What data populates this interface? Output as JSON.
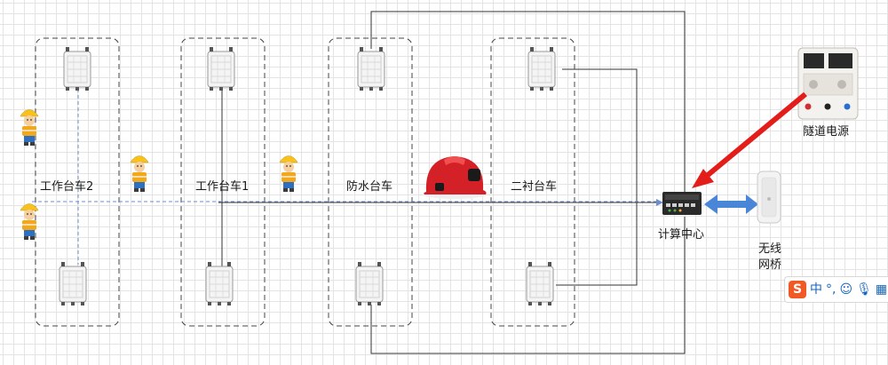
{
  "carts": [
    {
      "id": "work-cart-2",
      "label": "工作台车2"
    },
    {
      "id": "work-cart-1",
      "label": "工作台车1"
    },
    {
      "id": "waterproof-cart",
      "label": "防水台车"
    },
    {
      "id": "lining-cart",
      "label": "二衬台车"
    }
  ],
  "nodes": {
    "compute_center": "计算中心",
    "tunnel_power": "隧道电源",
    "wireless_bridge_line1": "无线",
    "wireless_bridge_line2": "网桥"
  },
  "ime_toolbar": {
    "logo": "S",
    "mode": "中",
    "punct": "°,",
    "emoji": "☺",
    "voice": "🎙",
    "more": "▦"
  },
  "colors": {
    "dashed_box": "#444444",
    "signal_line": "#6a8fcf",
    "power_arrow": "#e31d1a",
    "bridge_arrow": "#4a86d8",
    "helmet": "#d42027",
    "worker_vest": "#f2a81d"
  },
  "icons": {
    "access_point": "wireless-access-point-icon",
    "worker": "construction-worker-icon",
    "helmet": "smart-helmet-icon",
    "switch": "network-switch-icon",
    "power": "power-supply-icon",
    "bridge": "wireless-bridge-icon"
  }
}
